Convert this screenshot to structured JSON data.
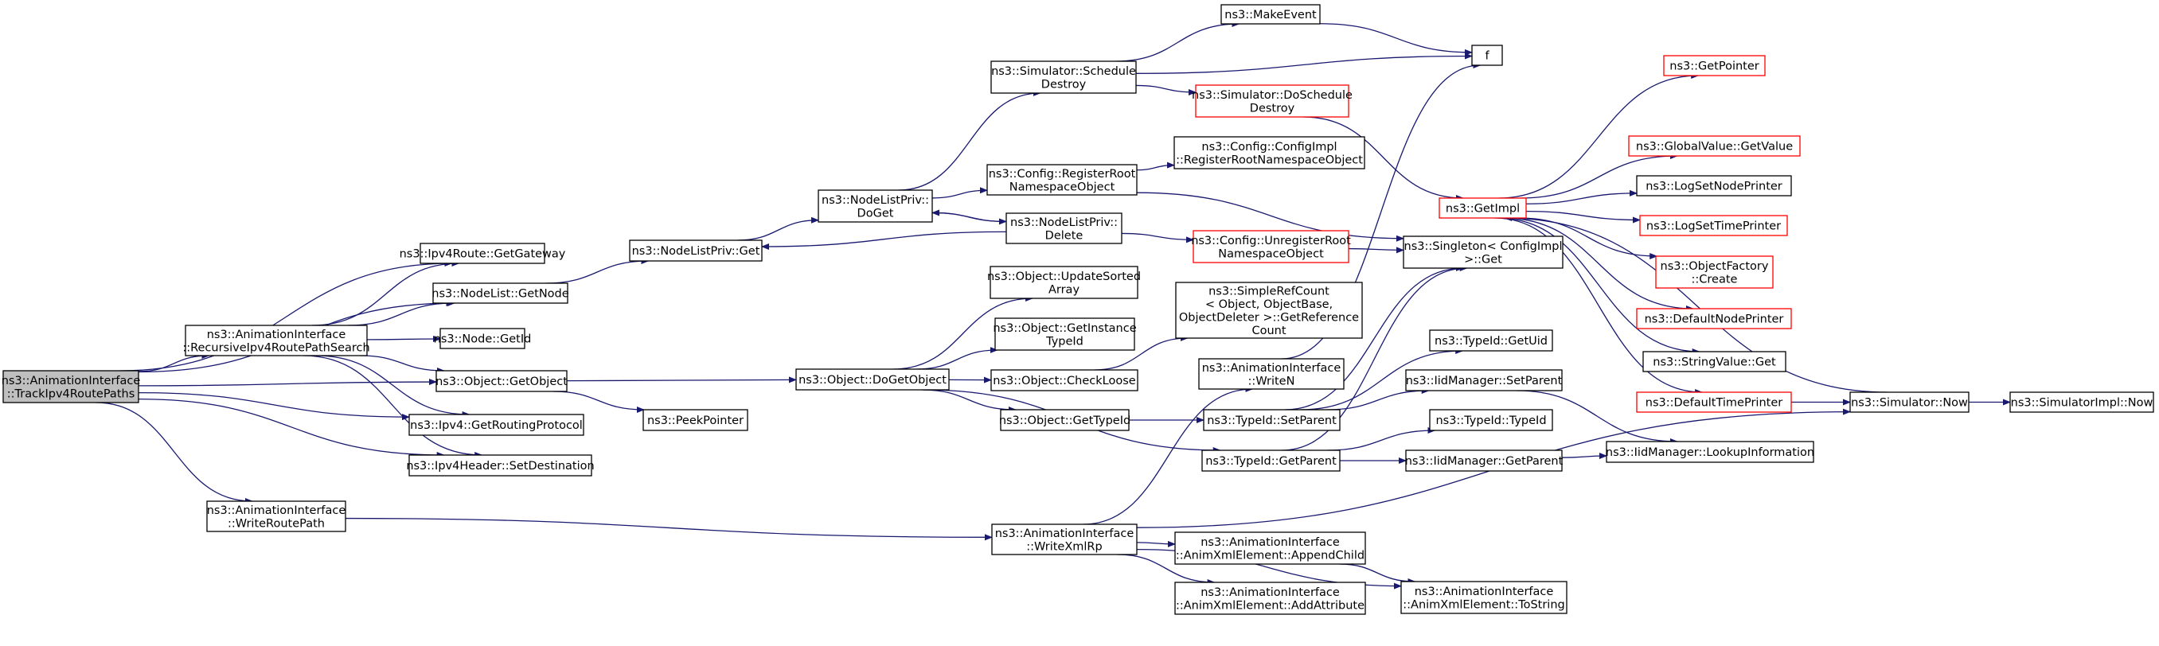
{
  "colors": {
    "edge": "#191970",
    "node_border": "#000000",
    "external_border": "#ff0000",
    "root_fill": "#bfbfbf",
    "node_fill": "#ffffff"
  },
  "nodes": [
    {
      "id": "root",
      "lines": [
        "ns3::AnimationInterface",
        "::TrackIpv4RoutePaths"
      ],
      "kind": "root"
    },
    {
      "id": "getGateway",
      "lines": [
        "ns3::Ipv4Route::GetGateway"
      ],
      "kind": "normal"
    },
    {
      "id": "recursive",
      "lines": [
        "ns3::AnimationInterface",
        "::RecursiveIpv4RoutePathSearch"
      ],
      "kind": "normal"
    },
    {
      "id": "nodeListGetNode",
      "lines": [
        "ns3::NodeList::GetNode"
      ],
      "kind": "normal"
    },
    {
      "id": "nodeGetId",
      "lines": [
        "ns3::Node::GetId"
      ],
      "kind": "normal"
    },
    {
      "id": "objGetObject",
      "lines": [
        "ns3::Object::GetObject"
      ],
      "kind": "normal"
    },
    {
      "id": "getRoutingProtocol",
      "lines": [
        "ns3::Ipv4::GetRoutingProtocol"
      ],
      "kind": "normal"
    },
    {
      "id": "setDestination",
      "lines": [
        "ns3::Ipv4Header::SetDestination"
      ],
      "kind": "normal"
    },
    {
      "id": "writeRoutePath",
      "lines": [
        "ns3::AnimationInterface",
        "::WriteRoutePath"
      ],
      "kind": "normal"
    },
    {
      "id": "nodeListPrivGet",
      "lines": [
        "ns3::NodeListPriv::Get"
      ],
      "kind": "normal"
    },
    {
      "id": "peekPointer",
      "lines": [
        "ns3::PeekPointer"
      ],
      "kind": "normal"
    },
    {
      "id": "doGet",
      "lines": [
        "ns3::NodeListPriv::",
        "DoGet"
      ],
      "kind": "normal"
    },
    {
      "id": "delete",
      "lines": [
        "ns3::NodeListPriv::",
        "Delete"
      ],
      "kind": "normal"
    },
    {
      "id": "doGetObject",
      "lines": [
        "ns3::Object::DoGetObject"
      ],
      "kind": "normal"
    },
    {
      "id": "schedDestroy",
      "lines": [
        "ns3::Simulator::Schedule",
        "Destroy"
      ],
      "kind": "normal"
    },
    {
      "id": "registerRoot",
      "lines": [
        "ns3::Config::RegisterRoot",
        "NamespaceObject"
      ],
      "kind": "normal"
    },
    {
      "id": "updateSorted",
      "lines": [
        "ns3::Object::UpdateSorted",
        "Array"
      ],
      "kind": "normal"
    },
    {
      "id": "getInstanceTypeId",
      "lines": [
        "ns3::Object::GetInstance",
        "TypeId"
      ],
      "kind": "normal"
    },
    {
      "id": "checkLoose",
      "lines": [
        "ns3::Object::CheckLoose"
      ],
      "kind": "normal"
    },
    {
      "id": "objGetTypeId",
      "lines": [
        "ns3::Object::GetTypeId"
      ],
      "kind": "normal"
    },
    {
      "id": "writeXmlRp",
      "lines": [
        "ns3::AnimationInterface",
        "::WriteXmlRp"
      ],
      "kind": "normal"
    },
    {
      "id": "makeEvent",
      "lines": [
        "ns3::MakeEvent"
      ],
      "kind": "normal"
    },
    {
      "id": "doScheduleDestroy",
      "lines": [
        "ns3::Simulator::DoSchedule",
        "Destroy"
      ],
      "kind": "external"
    },
    {
      "id": "configImplRegister",
      "lines": [
        "ns3::Config::ConfigImpl",
        "::RegisterRootNamespaceObject"
      ],
      "kind": "normal"
    },
    {
      "id": "unregisterRoot",
      "lines": [
        "ns3::Config::UnregisterRoot",
        "NamespaceObject"
      ],
      "kind": "external"
    },
    {
      "id": "simpleRefCount",
      "lines": [
        "ns3::SimpleRefCount",
        "< Object, ObjectBase,",
        "ObjectDeleter >::GetReference",
        "Count"
      ],
      "kind": "normal"
    },
    {
      "id": "writeN",
      "lines": [
        "ns3::AnimationInterface",
        "::WriteN"
      ],
      "kind": "normal"
    },
    {
      "id": "typeIdSetParent",
      "lines": [
        "ns3::TypeId::SetParent"
      ],
      "kind": "normal"
    },
    {
      "id": "typeIdGetParent",
      "lines": [
        "ns3::TypeId::GetParent"
      ],
      "kind": "normal"
    },
    {
      "id": "appendChild",
      "lines": [
        "ns3::AnimationInterface",
        "::AnimXmlElement::AppendChild"
      ],
      "kind": "normal"
    },
    {
      "id": "addAttribute",
      "lines": [
        "ns3::AnimationInterface",
        "::AnimXmlElement::AddAttribute"
      ],
      "kind": "normal"
    },
    {
      "id": "f",
      "lines": [
        "f"
      ],
      "kind": "normal"
    },
    {
      "id": "singletonGet",
      "lines": [
        "ns3::Singleton< ConfigImpl",
        ">::Get"
      ],
      "kind": "normal"
    },
    {
      "id": "getImpl",
      "lines": [
        "ns3::GetImpl"
      ],
      "kind": "external"
    },
    {
      "id": "typeIdGetUid",
      "lines": [
        "ns3::TypeId::GetUid"
      ],
      "kind": "normal"
    },
    {
      "id": "iidSetParent",
      "lines": [
        "ns3::IidManager::SetParent"
      ],
      "kind": "normal"
    },
    {
      "id": "typeIdTypeId",
      "lines": [
        "ns3::TypeId::TypeId"
      ],
      "kind": "normal"
    },
    {
      "id": "iidGetParent",
      "lines": [
        "ns3::IidManager::GetParent"
      ],
      "kind": "normal"
    },
    {
      "id": "toString",
      "lines": [
        "ns3::AnimationInterface",
        "::AnimXmlElement::ToString"
      ],
      "kind": "normal"
    },
    {
      "id": "getPointer",
      "lines": [
        "ns3::GetPointer"
      ],
      "kind": "external"
    },
    {
      "id": "globalValueGetValue",
      "lines": [
        "ns3::GlobalValue::GetValue"
      ],
      "kind": "external"
    },
    {
      "id": "logSetNodePrinter",
      "lines": [
        "ns3::LogSetNodePrinter"
      ],
      "kind": "normal"
    },
    {
      "id": "logSetTimePrinter",
      "lines": [
        "ns3::LogSetTimePrinter"
      ],
      "kind": "external"
    },
    {
      "id": "objectFactoryCreate",
      "lines": [
        "ns3::ObjectFactory",
        "::Create"
      ],
      "kind": "external"
    },
    {
      "id": "defaultNodePrinter",
      "lines": [
        "ns3::DefaultNodePrinter"
      ],
      "kind": "external"
    },
    {
      "id": "stringValueGet",
      "lines": [
        "ns3::StringValue::Get"
      ],
      "kind": "normal"
    },
    {
      "id": "defaultTimePrinter",
      "lines": [
        "ns3::DefaultTimePrinter"
      ],
      "kind": "external"
    },
    {
      "id": "lookupInformation",
      "lines": [
        "ns3::IidManager::LookupInformation"
      ],
      "kind": "normal"
    },
    {
      "id": "simulatorNow",
      "lines": [
        "ns3::Simulator::Now"
      ],
      "kind": "normal"
    },
    {
      "id": "simulatorImplNow",
      "lines": [
        "ns3::SimulatorImpl::Now"
      ],
      "kind": "normal"
    }
  ],
  "edges": [
    [
      "root",
      "getGateway"
    ],
    [
      "root",
      "nodeListGetNode"
    ],
    [
      "root",
      "recursive"
    ],
    [
      "root",
      "objGetObject"
    ],
    [
      "root",
      "getRoutingProtocol"
    ],
    [
      "root",
      "setDestination"
    ],
    [
      "root",
      "writeRoutePath"
    ],
    [
      "recursive",
      "getGateway"
    ],
    [
      "recursive",
      "nodeListGetNode"
    ],
    [
      "recursive",
      "nodeGetId"
    ],
    [
      "recursive",
      "objGetObject"
    ],
    [
      "recursive",
      "getRoutingProtocol"
    ],
    [
      "recursive",
      "setDestination"
    ],
    [
      "nodeListGetNode",
      "nodeListPrivGet"
    ],
    [
      "nodeListPrivGet",
      "doGet"
    ],
    [
      "delete",
      "nodeListPrivGet"
    ],
    [
      "doGet",
      "schedDestroy"
    ],
    [
      "doGet",
      "registerRoot"
    ],
    [
      "doGet",
      "delete"
    ],
    [
      "delete",
      "doGet"
    ],
    [
      "delete",
      "unregisterRoot"
    ],
    [
      "schedDestroy",
      "makeEvent"
    ],
    [
      "schedDestroy",
      "f"
    ],
    [
      "schedDestroy",
      "doScheduleDestroy"
    ],
    [
      "makeEvent",
      "f"
    ],
    [
      "doScheduleDestroy",
      "getImpl"
    ],
    [
      "registerRoot",
      "configImplRegister"
    ],
    [
      "registerRoot",
      "singletonGet"
    ],
    [
      "unregisterRoot",
      "singletonGet"
    ],
    [
      "objGetObject",
      "doGetObject"
    ],
    [
      "objGetObject",
      "peekPointer"
    ],
    [
      "doGetObject",
      "updateSorted"
    ],
    [
      "doGetObject",
      "getInstanceTypeId"
    ],
    [
      "doGetObject",
      "checkLoose"
    ],
    [
      "doGetObject",
      "objGetTypeId"
    ],
    [
      "doGetObject",
      "typeIdGetParent"
    ],
    [
      "checkLoose",
      "simpleRefCount"
    ],
    [
      "objGetTypeId",
      "typeIdSetParent"
    ],
    [
      "typeIdSetParent",
      "singletonGet"
    ],
    [
      "typeIdSetParent",
      "typeIdGetUid"
    ],
    [
      "typeIdSetParent",
      "iidSetParent"
    ],
    [
      "typeIdGetParent",
      "singletonGet"
    ],
    [
      "typeIdGetParent",
      "typeIdTypeId"
    ],
    [
      "typeIdGetParent",
      "iidGetParent"
    ],
    [
      "iidSetParent",
      "lookupInformation"
    ],
    [
      "iidGetParent",
      "lookupInformation"
    ],
    [
      "writeRoutePath",
      "writeXmlRp"
    ],
    [
      "writeXmlRp",
      "writeN"
    ],
    [
      "writeXmlRp",
      "appendChild"
    ],
    [
      "writeXmlRp",
      "addAttribute"
    ],
    [
      "writeXmlRp",
      "toString"
    ],
    [
      "writeXmlRp",
      "simulatorNow"
    ],
    [
      "appendChild",
      "toString"
    ],
    [
      "writeN",
      "f"
    ],
    [
      "getImpl",
      "getPointer"
    ],
    [
      "getImpl",
      "globalValueGetValue"
    ],
    [
      "getImpl",
      "logSetNodePrinter"
    ],
    [
      "getImpl",
      "logSetTimePrinter"
    ],
    [
      "getImpl",
      "objectFactoryCreate"
    ],
    [
      "getImpl",
      "defaultNodePrinter"
    ],
    [
      "getImpl",
      "stringValueGet"
    ],
    [
      "getImpl",
      "defaultTimePrinter"
    ],
    [
      "defaultTimePrinter",
      "simulatorNow"
    ],
    [
      "simulatorNow",
      "getImpl"
    ],
    [
      "simulatorNow",
      "simulatorImplNow"
    ]
  ]
}
